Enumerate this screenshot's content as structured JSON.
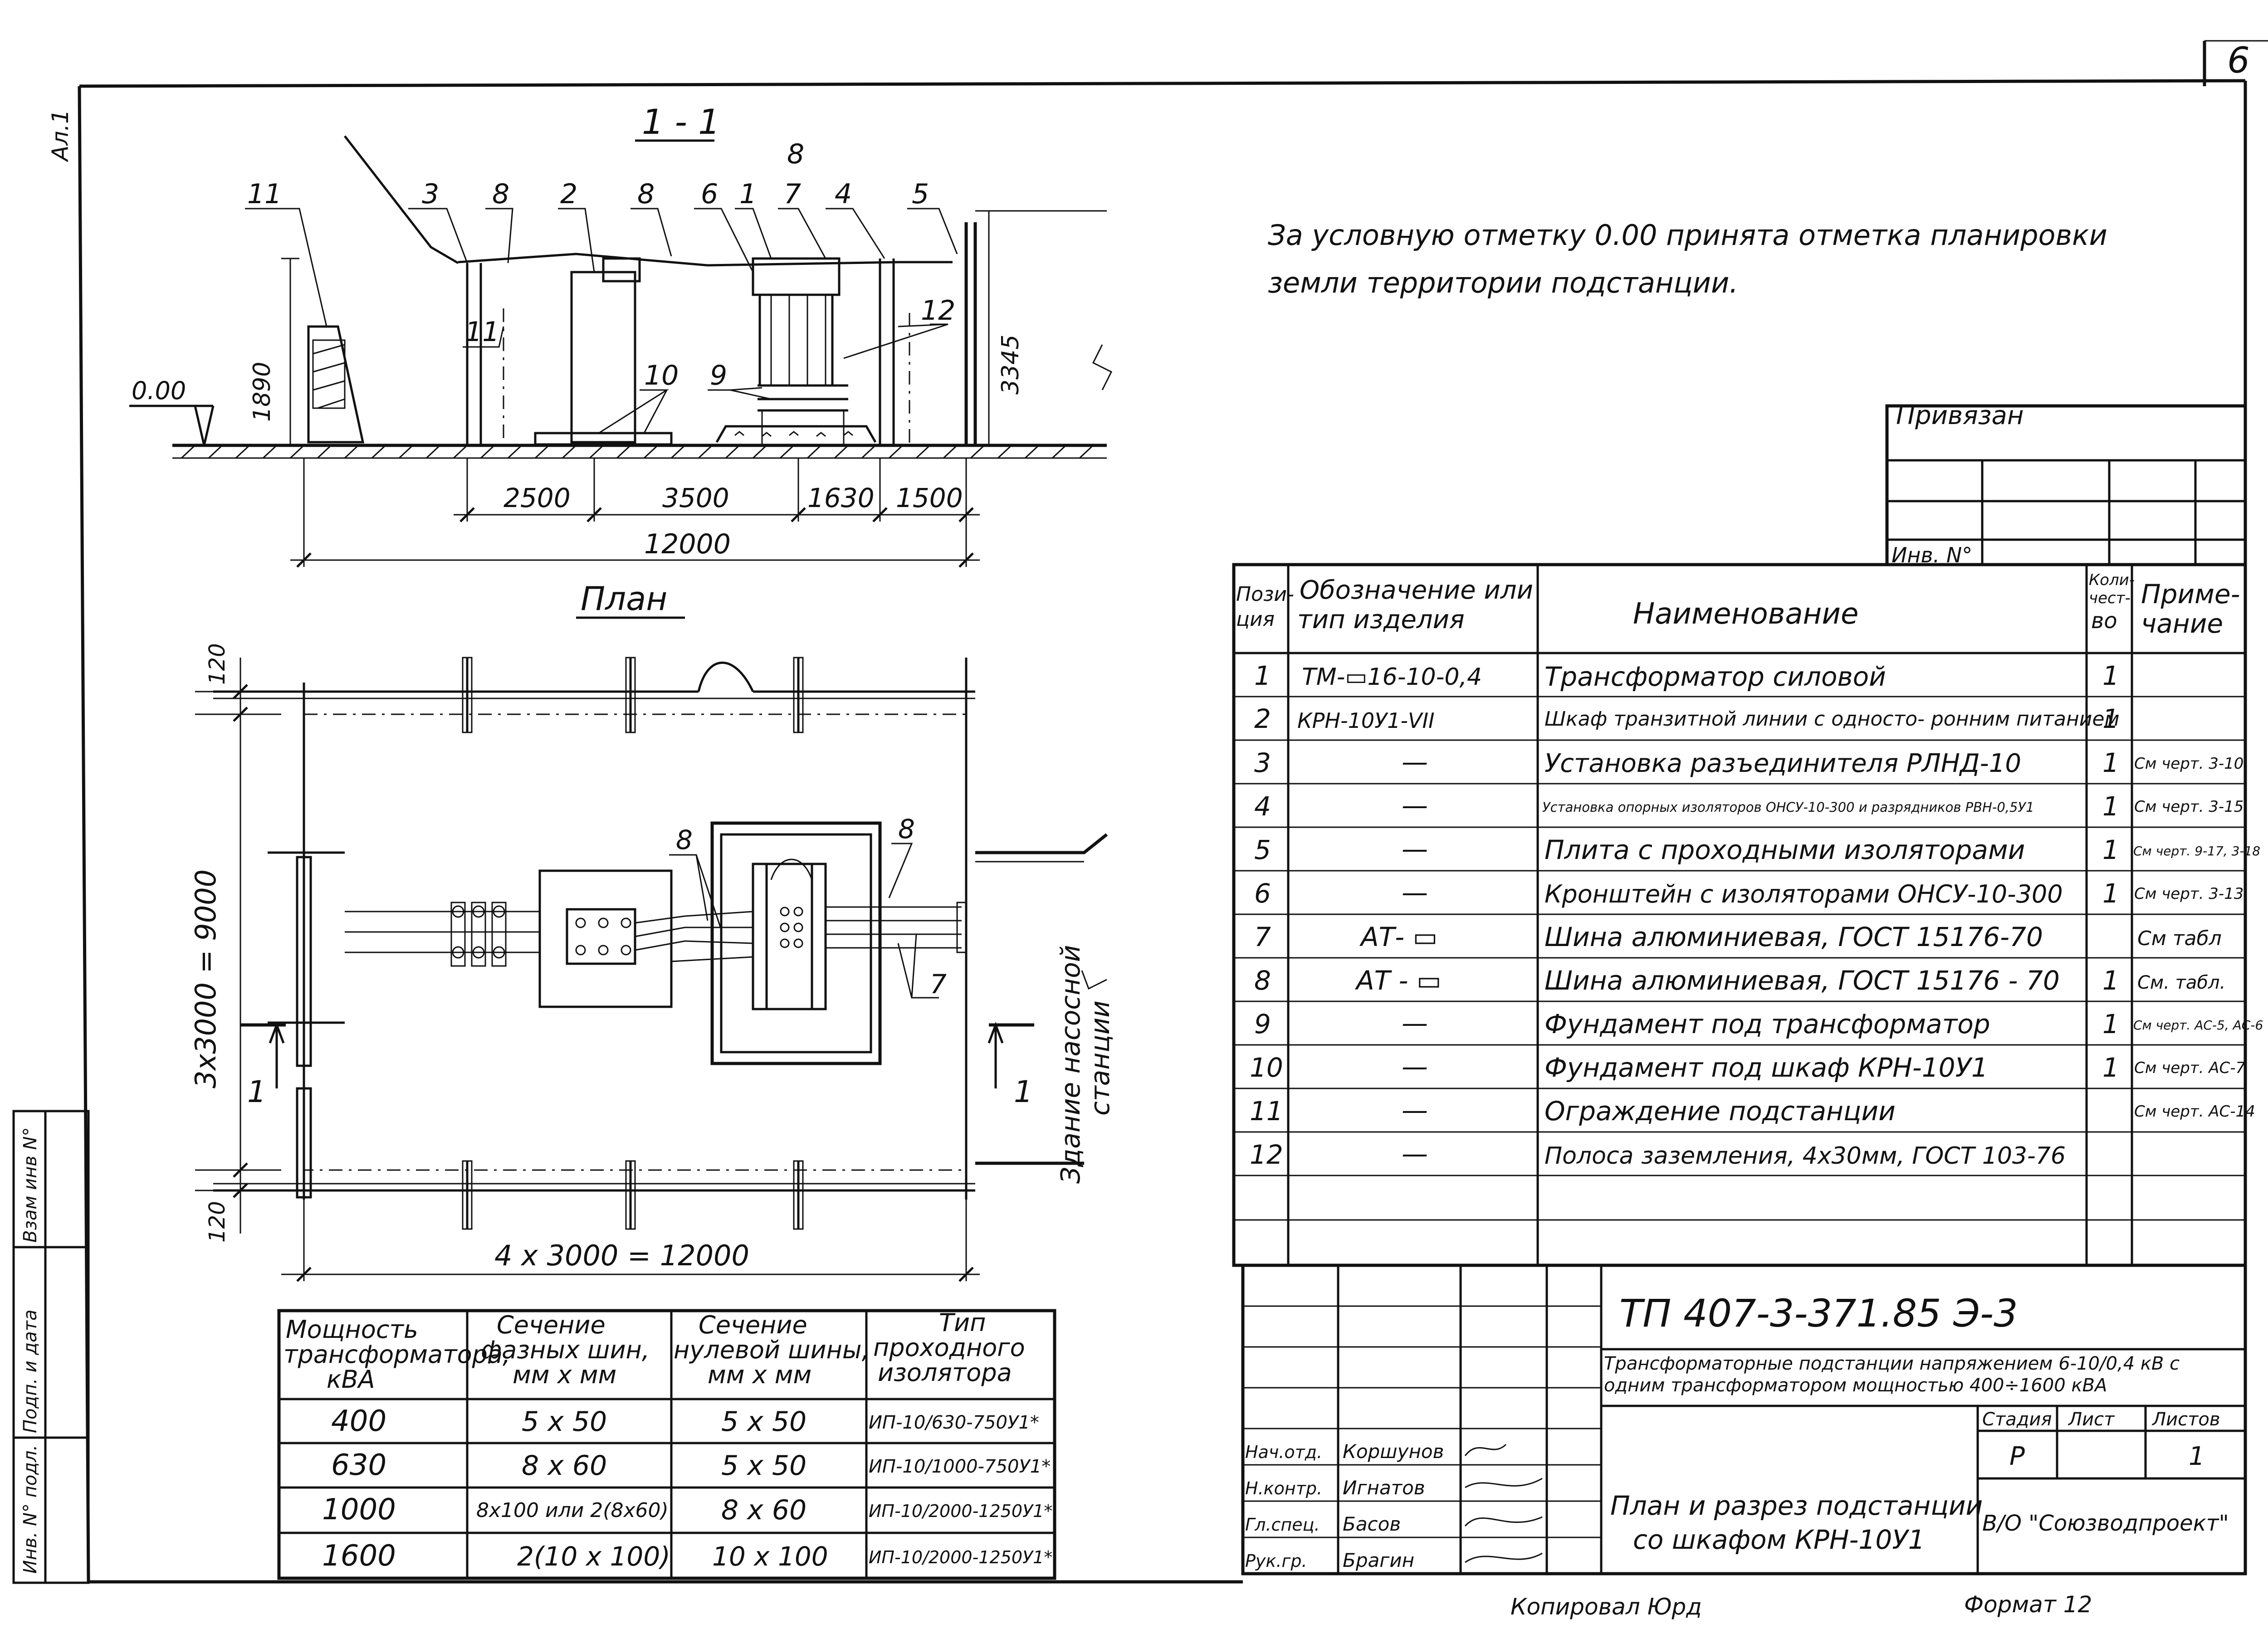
{
  "sheet": {
    "page_number": "6",
    "format_label": "Ал.1",
    "copied_by": "Копировал Юрд",
    "format_note": "Формат 12"
  },
  "note": {
    "line1": "За условную отметку 0.00 принята отметка планировки",
    "line2": "земли территории подстанции."
  },
  "section": {
    "title": "1 - 1",
    "level_label": "0.00",
    "height_fence": "1890",
    "height_wall": "3345",
    "dims": [
      "2500",
      "3500",
      "1630",
      "1500"
    ],
    "total": "12000",
    "callouts": [
      "11",
      "3",
      "8",
      "2",
      "8",
      "6",
      "1",
      "8",
      "7",
      "4",
      "5",
      "11",
      "10",
      "9",
      "12"
    ]
  },
  "plan": {
    "title": "План",
    "vertical_dim": "3x3000 = 9000",
    "horizontal_dim": "4 x 3000 = 12000",
    "edge_dim_top": "120",
    "edge_dim_bottom": "120",
    "section_mark_left": "1",
    "section_mark_right": "1",
    "callouts": [
      "8",
      "8",
      "7"
    ],
    "building_label_1": "Здание насосной",
    "building_label_2": "станции"
  },
  "privyazan": {
    "label": "Привязан",
    "inv_label": "Инв. N°"
  },
  "spec_table": {
    "headers": {
      "pos": [
        "Пози-",
        "ция"
      ],
      "designation": [
        "Обозначение или",
        "тип изделия"
      ],
      "name": "Наименование",
      "qty": [
        "Коли-",
        "чест-",
        "во"
      ],
      "note": [
        "Приме-",
        "чание"
      ]
    },
    "rows": [
      {
        "pos": "1",
        "designation": "ТМ-▭16-10-0,4",
        "name": "Трансформатор силовой",
        "qty": "1",
        "note": ""
      },
      {
        "pos": "2",
        "designation": "КРН-10У1-VII",
        "name": "Шкаф транзитной линии с односто- ронним питанием",
        "qty": "1",
        "note": ""
      },
      {
        "pos": "3",
        "designation": "—",
        "name": "Установка разъединителя РЛНД-10",
        "qty": "1",
        "note": "См черт. 3-10"
      },
      {
        "pos": "4",
        "designation": "—",
        "name": "Установка опорных изоляторов ОНСУ-10-300 и разрядников РВН-0,5У1",
        "qty": "1",
        "note": "См черт. 3-15"
      },
      {
        "pos": "5",
        "designation": "—",
        "name": "Плита с проходными изоляторами",
        "qty": "1",
        "note": "См черт. 9-17, 3-18"
      },
      {
        "pos": "6",
        "designation": "—",
        "name": "Кронштейн с изоляторами ОНСУ-10-300",
        "qty": "1",
        "note": "См черт. 3-13"
      },
      {
        "pos": "7",
        "designation": "АТ- ▭",
        "name": "Шина алюминиевая, ГОСТ 15176-70",
        "qty": "",
        "note": "См табл"
      },
      {
        "pos": "8",
        "designation": "АТ - ▭",
        "name": "Шина алюминиевая, ГОСТ 15176 - 70",
        "qty": "1",
        "note": "См. табл."
      },
      {
        "pos": "9",
        "designation": "—",
        "name": "Фундамент под трансформатор",
        "qty": "1",
        "note": "См черт. АС-5, АС-6"
      },
      {
        "pos": "10",
        "designation": "—",
        "name": "Фундамент под шкаф КРН-10У1",
        "qty": "1",
        "note": "См черт. АС-7"
      },
      {
        "pos": "11",
        "designation": "—",
        "name": "Ограждение подстанции",
        "qty": "",
        "note": "См черт. АС-14"
      },
      {
        "pos": "12",
        "designation": "—",
        "name": "Полоса заземления, 4х30мм, ГОСТ 103-76",
        "qty": "",
        "note": ""
      }
    ]
  },
  "bus_table": {
    "headers": [
      [
        "Мощность",
        "трансформатора,",
        "кВА"
      ],
      [
        "Сечение",
        "фазных шин,",
        "мм х мм"
      ],
      [
        "Сечение",
        "нулевой шины,",
        "мм х мм"
      ],
      [
        "Тип",
        "проходного",
        "изолятора"
      ]
    ],
    "rows": [
      [
        "400",
        "5 х 50",
        "5 х 50",
        "ИП-10/630-750У1*"
      ],
      [
        "630",
        "8 х 60",
        "5 х 50",
        "ИП-10/1000-750У1*"
      ],
      [
        "1000",
        "8х100 или 2(8х60)",
        "8 х 60",
        "ИП-10/2000-1250У1*"
      ],
      [
        "1600",
        "2(10 х 100)",
        "10 х 100",
        "ИП-10/2000-1250У1*"
      ]
    ]
  },
  "side_stamp": [
    "Инв. N° подл.",
    "Подп. и дата",
    "Взам инв N°"
  ],
  "title_block": {
    "code": "ТП 407-3-371.85 Э-3",
    "project_title": "Трансформаторные подстанции напряжением 6-10/0,4 кВ с одним трансформатором мощностью 400÷1600 кВА",
    "sheet_title_line1": "План и разрез подстанции",
    "sheet_title_line2": "со шкафом КРН-10У1",
    "organization": "В/О \"Союзводпроект\"",
    "stage_label": "Стадия",
    "sheet_label": "Лист",
    "sheets_label": "Листов",
    "stage_value": "Р",
    "sheet_value": "",
    "sheets_value": "1",
    "signatures": [
      {
        "role": "Нач.отд.",
        "name": "Коршунов"
      },
      {
        "role": "Н.контр.",
        "name": "Игнатов"
      },
      {
        "role": "Гл.спец.",
        "name": "Басов"
      },
      {
        "role": "Рук.гр.",
        "name": "Брагин"
      }
    ]
  }
}
